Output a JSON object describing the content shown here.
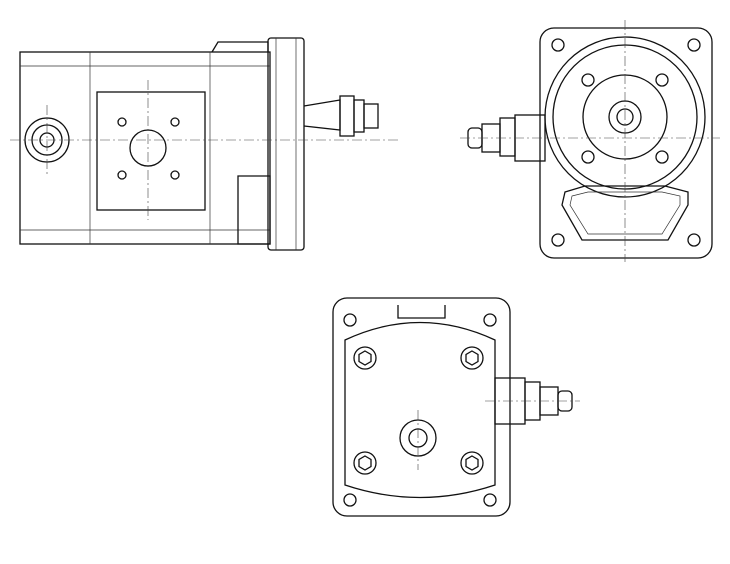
{
  "drawing": {
    "views": [
      "side-view",
      "front-view",
      "bottom-view"
    ],
    "line_color": "#111111",
    "background": "#ffffff"
  }
}
